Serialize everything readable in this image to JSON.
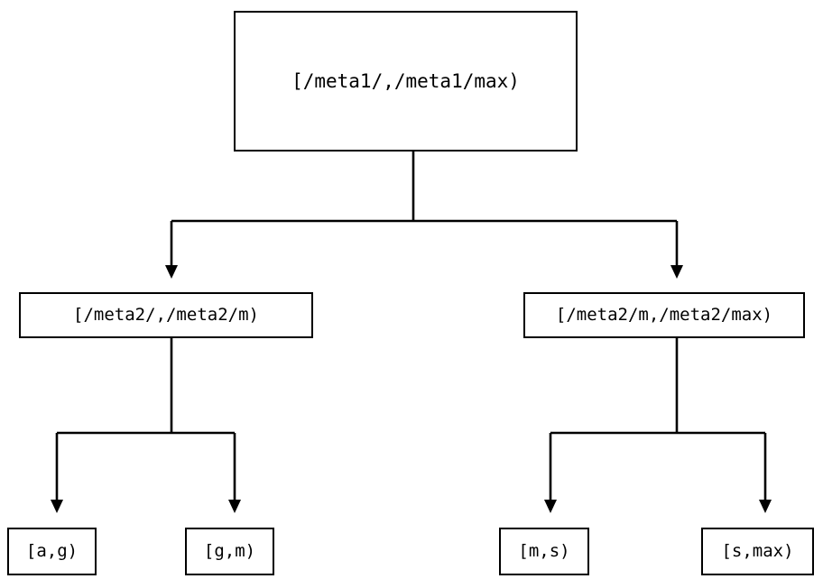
{
  "diagram": {
    "title": "interval-partition-tree",
    "background_color": "#ffffff",
    "line_color": "#000000",
    "text_color": "#000000",
    "nodes": {
      "root": {
        "label": "[/meta1/,/meta1/max)"
      },
      "meta2_low": {
        "label": "[/meta2/,/meta2/m)"
      },
      "meta2_high": {
        "label": "[/meta2/m,/meta2/max)"
      },
      "leaf_ag": {
        "label": "[a,g)"
      },
      "leaf_gm": {
        "label": "[g,m)"
      },
      "leaf_ms": {
        "label": "[m,s)"
      },
      "leaf_smax": {
        "label": "[s,max)"
      }
    },
    "edges": [
      {
        "from": "root",
        "to": "meta2_low",
        "arrow": "down"
      },
      {
        "from": "root",
        "to": "meta2_high",
        "arrow": "down"
      },
      {
        "from": "meta2_low",
        "to": "leaf_ag",
        "arrow": "down"
      },
      {
        "from": "meta2_low",
        "to": "leaf_gm",
        "arrow": "down"
      },
      {
        "from": "meta2_high",
        "to": "leaf_ms",
        "arrow": "down"
      },
      {
        "from": "meta2_high",
        "to": "leaf_smax",
        "arrow": "down"
      }
    ]
  }
}
